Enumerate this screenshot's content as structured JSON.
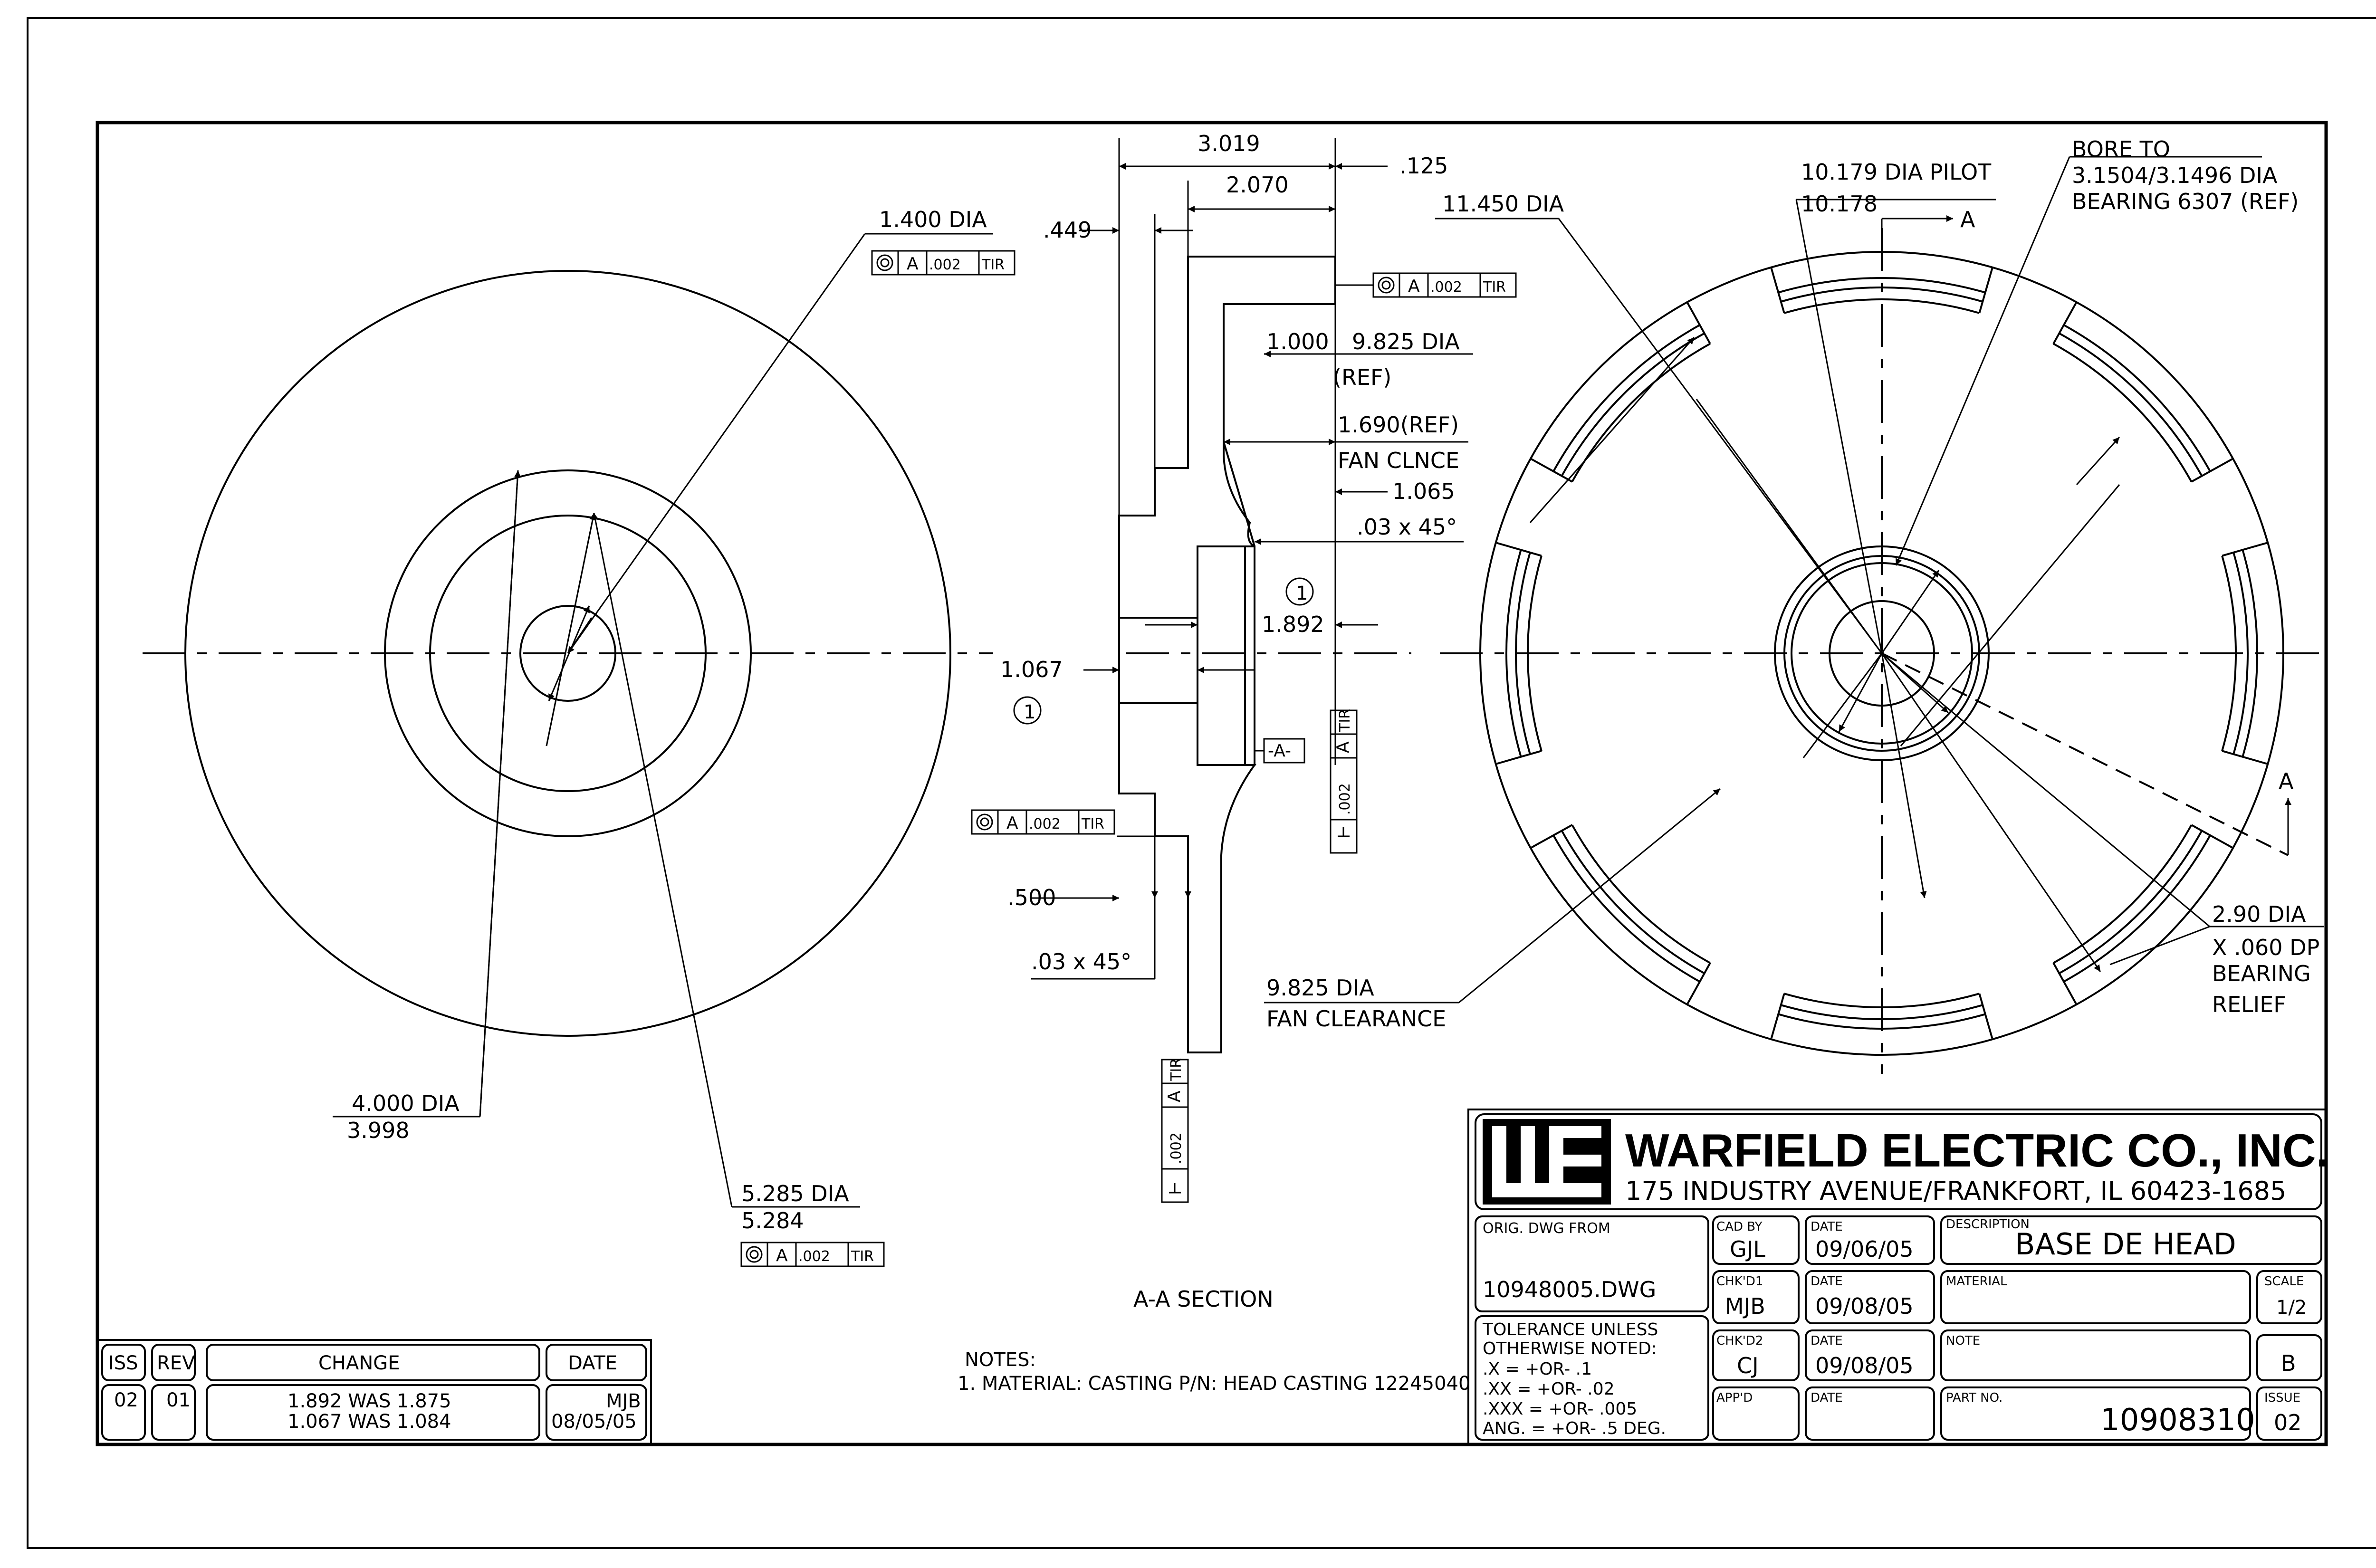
{
  "company": {
    "logo_text": "WE",
    "name": "WARFIELD ELECTRIC CO., INC.",
    "address": "175 INDUSTRY AVENUE/FRANKFORT, IL 60423-1685"
  },
  "title_block": {
    "orig_dwg_label": "ORIG. DWG FROM",
    "orig_dwg_value": "10948005.DWG",
    "cad_by_label": "CAD BY",
    "cad_by_value": "GJL",
    "date_label": "DATE",
    "cad_date": "09/06/05",
    "chk1_label": "CHK'D1",
    "chk1_value": "MJB",
    "chk1_date": "09/08/05",
    "chk2_label": "CHK'D2",
    "chk2_value": "CJ",
    "chk2_date": "09/08/05",
    "appd_label": "APP'D",
    "description_label": "DESCRIPTION",
    "description_value": "BASE DE HEAD",
    "material_label": "MATERIAL",
    "scale_label": "SCALE",
    "scale_value": "1/2",
    "note_label": "NOTE",
    "note_value": "B",
    "part_no_label": "PART NO.",
    "part_no_value": "10908310",
    "issue_label": "ISSUE",
    "issue_value": "02",
    "tolerance": [
      "TOLERANCE UNLESS",
      "OTHERWISE NOTED:",
      ".X    = +OR- .1",
      ".XX    = +OR- .02",
      ".XXX  = +OR- .005",
      "ANG. = +OR- .5 DEG."
    ]
  },
  "revision_block": {
    "headers": {
      "iss": "ISS",
      "rev": "REV",
      "change": "CHANGE",
      "date": "DATE"
    },
    "row": {
      "iss": "02",
      "rev": "01",
      "change_lines": [
        "1.892 WAS 1.875",
        "1.067 WAS 1.084"
      ],
      "initials": "MJB",
      "date": "08/05/05"
    }
  },
  "notes": {
    "heading": "NOTES:",
    "lines": [
      "1. MATERIAL: CASTING P/N: HEAD CASTING 12245040"
    ]
  },
  "section_label": "A-A SECTION",
  "dimensions": {
    "d_1400": "1.400 DIA",
    "d_4000": "4.000 DIA",
    "d_3998": "3.998",
    "d_5285": "5.285 DIA",
    "d_5284": "5.284",
    "d_3019": "3.019",
    "d_2070": "2.070",
    "d_125": ".125",
    "d_449": ".449",
    "d_1000": "1.000",
    "d_9825": "9.825 DIA",
    "d_ref": "(REF)",
    "d_1690": "1.690(REF)",
    "d_fanclnce": "FAN CLNCE",
    "d_1065": "1.065",
    "d_ch03": ".03 x 45°",
    "d_1892": "1.892",
    "d_1067": "1.067",
    "d_500": ".500",
    "d_ch03b": ".03 x 45°",
    "d_9825b": "9.825 DIA",
    "d_fanclearance": "FAN CLEARANCE",
    "d_11450": "11.450 DIA",
    "d_10179": "10.179 DIA PILOT",
    "d_10178": "10.178",
    "bore_lines": [
      "BORE TO",
      "3.1504/3.1496 DIA",
      "BEARING 6307 (REF)"
    ],
    "relief_lines": [
      "2.90 DIA",
      "X .060 DP",
      "BEARING",
      "RELIEF"
    ]
  },
  "gdt": {
    "datum": "A",
    "tol": ".002",
    "tir": "TIR",
    "datum_box": "-A-",
    "note_tag": "1",
    "section_letter": "A"
  }
}
